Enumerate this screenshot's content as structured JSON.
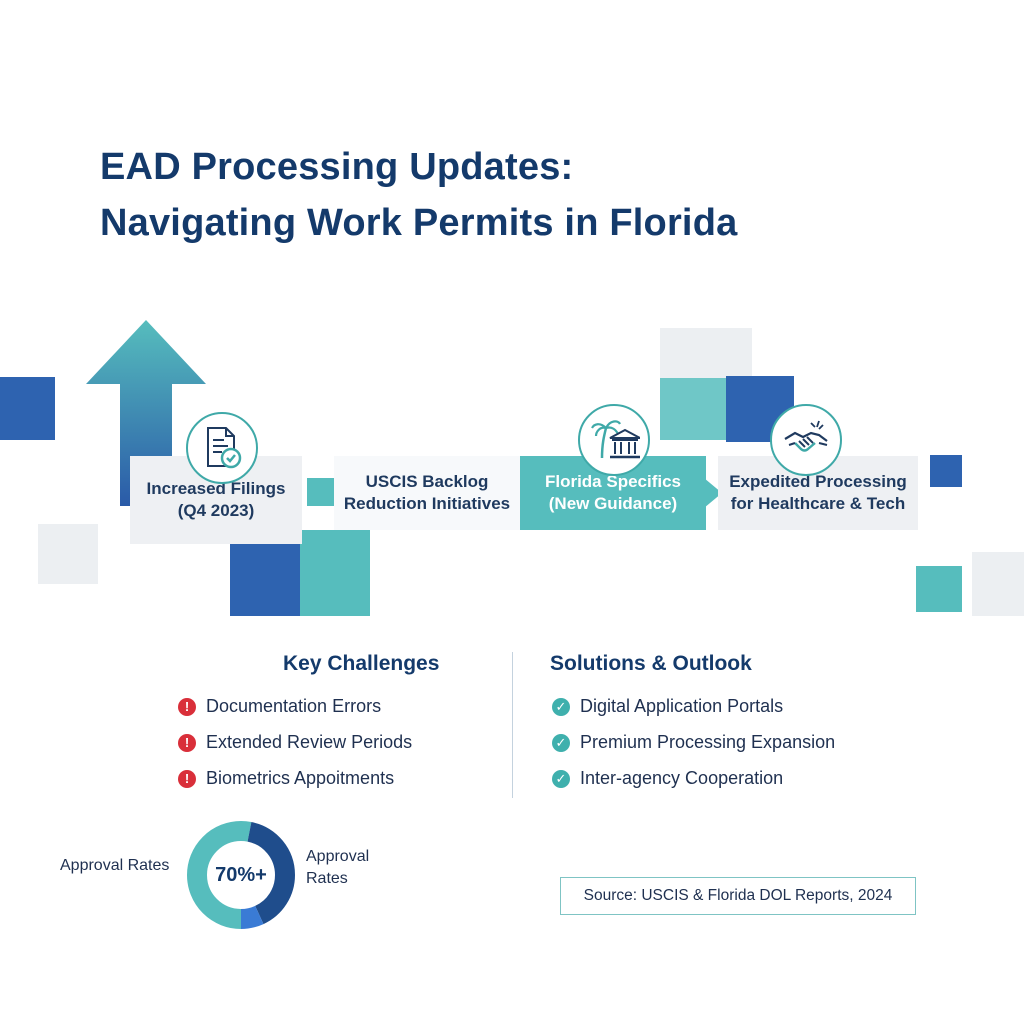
{
  "header": {
    "title_line1": "EAD Processing Updates:",
    "title_line2": "Navigating Work Permits in Florida"
  },
  "colors": {
    "navy": "#143a6b",
    "blue": "#2e63b0",
    "teal": "#56bdbd",
    "grey": "#eceff2",
    "alert_red": "#d92f3a"
  },
  "timeline": {
    "steps": [
      {
        "line1": "Increased Filings",
        "line2": "(Q4 2023)",
        "icon": "document-check-icon"
      },
      {
        "line1": "USCIS Backlog",
        "line2": "Reduction Initiatives",
        "icon": ""
      },
      {
        "line1": "Florida Specifics",
        "line2": "(New Guidance)",
        "icon": "palm-tree-courthouse-icon"
      },
      {
        "line1": "Expedited Processing",
        "line2": "for Healthcare & Tech",
        "icon": "handshake-icon"
      }
    ]
  },
  "challenges": {
    "heading": "Key Challenges",
    "icon": "alert-icon",
    "items": [
      "Documentation Errors",
      "Extended Review Periods",
      "Biometrics Appoitments"
    ]
  },
  "solutions": {
    "heading": "Solutions & Outlook",
    "icon": "check-icon",
    "items": [
      "Digital Application Portals",
      "Premium Processing Expansion",
      "Inter-agency Cooperation"
    ]
  },
  "approval": {
    "left_label": "Approval Rates",
    "center_value": "70%+",
    "right_label_line1": "Approval",
    "right_label_line2": "Rates",
    "chart_data": {
      "type": "pie",
      "segments": [
        {
          "label": "teal",
          "value": 53,
          "color": "#56bdbd"
        },
        {
          "label": "navy",
          "value": 40,
          "color": "#1f4d8c"
        },
        {
          "label": "blue",
          "value": 7,
          "color": "#3a7bd5"
        }
      ]
    }
  },
  "footer": {
    "source": "Source: USCIS & Florida DOL Reports, 2024"
  }
}
